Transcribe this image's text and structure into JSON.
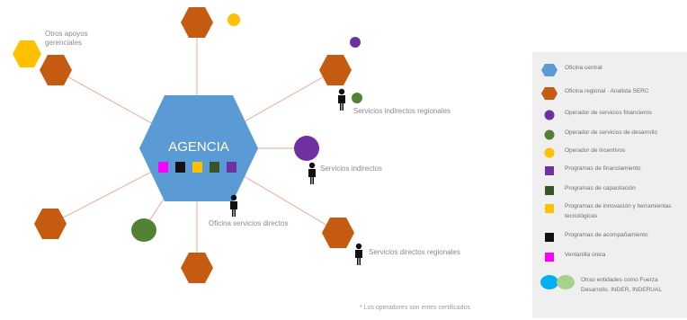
{
  "center": {
    "title": "AGENCIA"
  },
  "labels": {
    "otros_apoyos": "Otros apoyos\ngerenciales",
    "servicios_indirectos_regionales": "Servicios indirectos regionales",
    "servicios_indirectos": "Servicios indirectos",
    "oficina_servicios_directos": "Oficina servicios directos",
    "servicios_directos_regionales": "Servicios directos regionales"
  },
  "legend": {
    "items": [
      {
        "icon": "blue-hexagon-icon",
        "color": "#5b9bd5",
        "text": "Oficina central"
      },
      {
        "icon": "orange-hexagon-icon",
        "color": "#c55a11",
        "text": "Oficina regional · Analista SERC"
      },
      {
        "icon": "purple-circle-icon",
        "color": "#7030a0",
        "text": "Operador de servicios financieros"
      },
      {
        "icon": "green-circle-icon",
        "color": "#548235",
        "text": "Operador de servicios de desarrollo"
      },
      {
        "icon": "yellow-circle-icon",
        "color": "#ffc000",
        "text": "Operador de incentivos"
      },
      {
        "icon": "purple-square-icon",
        "color": "#7030a0",
        "text": "Programas de financiamiento"
      },
      {
        "icon": "green-square-icon",
        "color": "#375623",
        "text": "Programas de capacitación"
      },
      {
        "icon": "yellow-square-icon",
        "color": "#ffc000",
        "text": "Programas de innovación y herramientas tecnológicas"
      },
      {
        "icon": "black-square-icon",
        "color": "#111111",
        "text": "Programas de acompañamiento"
      },
      {
        "icon": "magenta-square-icon",
        "color": "#ff00ff",
        "text": "Ventanilla única"
      },
      {
        "icon": "cyan-green-ovals-icon",
        "color": "#00b0f0",
        "text": "Otras entidades como Fuerza Desarrollo, INDER, INDERUAL"
      }
    ]
  },
  "footnote": "* Los operadores son entes certificados",
  "colors": {
    "central": "#5b9bd5",
    "regional": "#c55a11",
    "purple": "#7030a0",
    "green": "#548235",
    "yellow": "#ffc000",
    "edge": "#e8b9a6",
    "legend_bg": "#efefef"
  }
}
